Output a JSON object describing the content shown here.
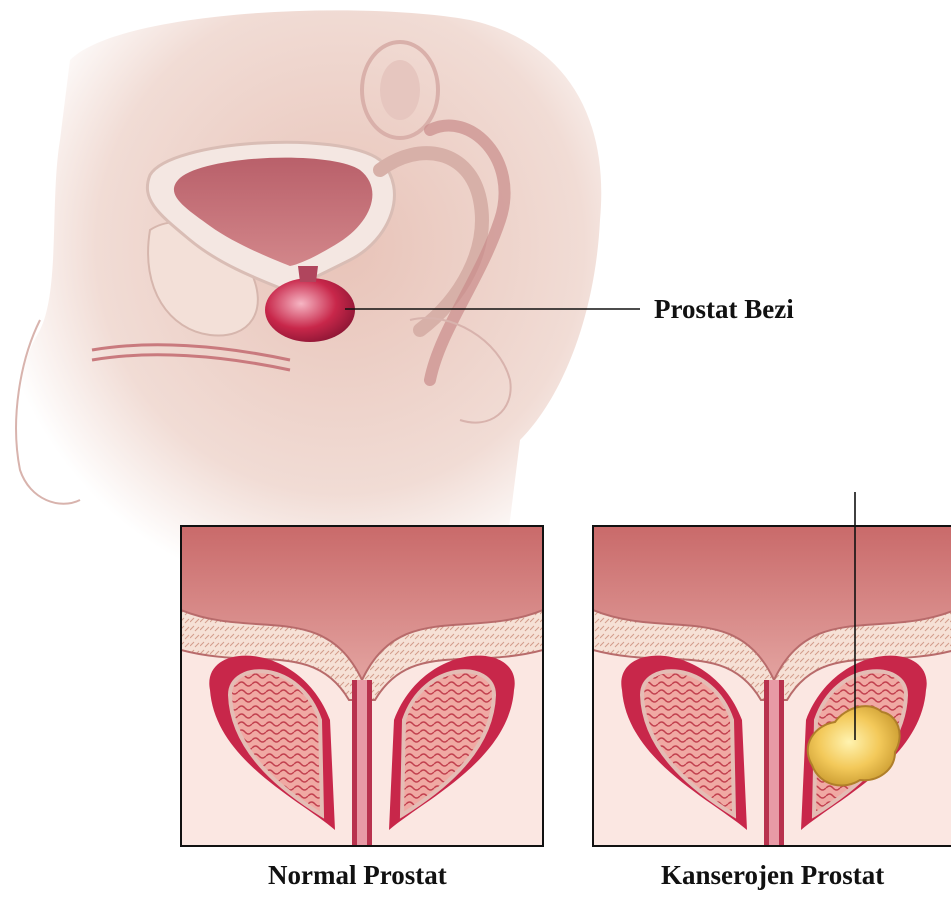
{
  "labels": {
    "gland": "Prostat Bezi",
    "normal": "Normal Prostat",
    "cancerous": "Kanserojen Prostat"
  },
  "colors": {
    "skin": "#efd9d1",
    "muscle": "#d98b8b",
    "prostate": "#c8274a",
    "tumor": "#f1c55a",
    "outline": "#111111"
  }
}
